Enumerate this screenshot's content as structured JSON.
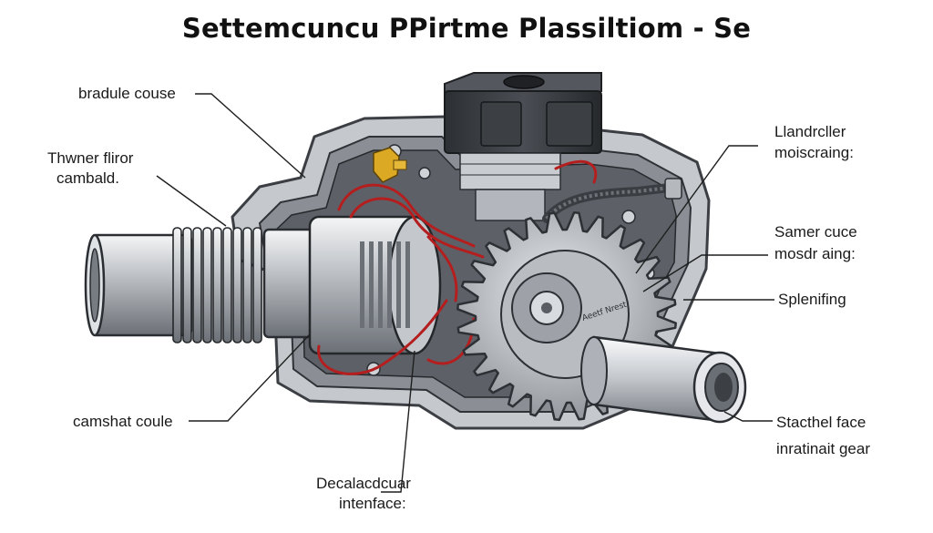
{
  "title": "Settemcuncu PPirtme Plassiltiom - Se",
  "labels": {
    "bradule_couse": "bradule couse",
    "thwner_line1": "Thwner fliror",
    "thwner_line2": "cambald.",
    "camshat_coule": "camshat coule",
    "decalac_line1": "Decalacdcuar",
    "decalac_line2": "intenface:",
    "landrcller_line1": "Llandrcller",
    "landrcller_line2": "moiscraing:",
    "samer_line1": "Samer cuce",
    "samer_line2": "mosdr aing:",
    "splenifing": "Splenifing",
    "stacthel_line1": "Stacthel face",
    "stacthel_line2": "inratinait gear"
  },
  "gear_text": "Aeetf Nrest",
  "colors": {
    "housing": "#c9ccd0",
    "housing_dark": "#4b4f55",
    "wire_red": "#b41e1e",
    "metal": "#b8bcc2",
    "actuator": "#3a3d42",
    "brass": "#d9a620"
  }
}
